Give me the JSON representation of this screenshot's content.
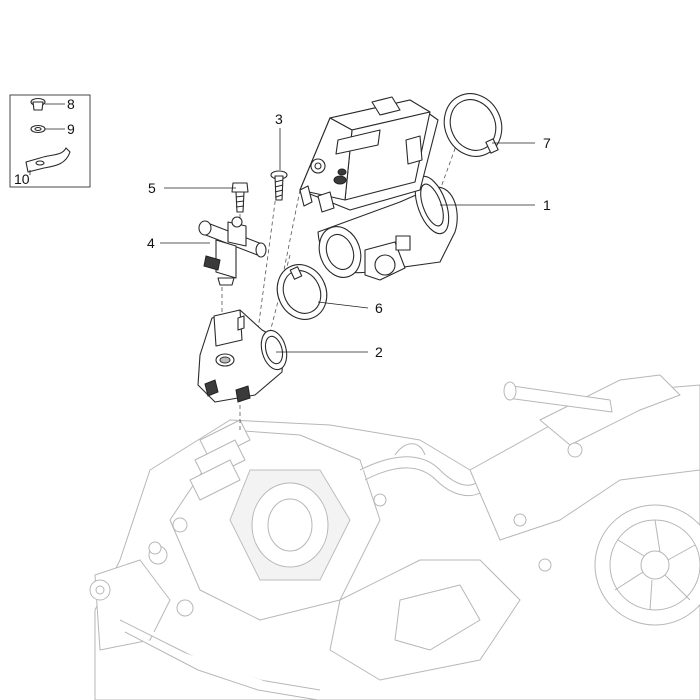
{
  "callouts": {
    "c1": "1",
    "c2": "2",
    "c3": "3",
    "c4": "4",
    "c5": "5",
    "c6": "6",
    "c7": "7",
    "c8": "8",
    "c9": "9",
    "c10": "10"
  },
  "colors": {
    "line": "#2a2a2a",
    "ghost": "#b7b7b7",
    "background": "#ffffff"
  }
}
